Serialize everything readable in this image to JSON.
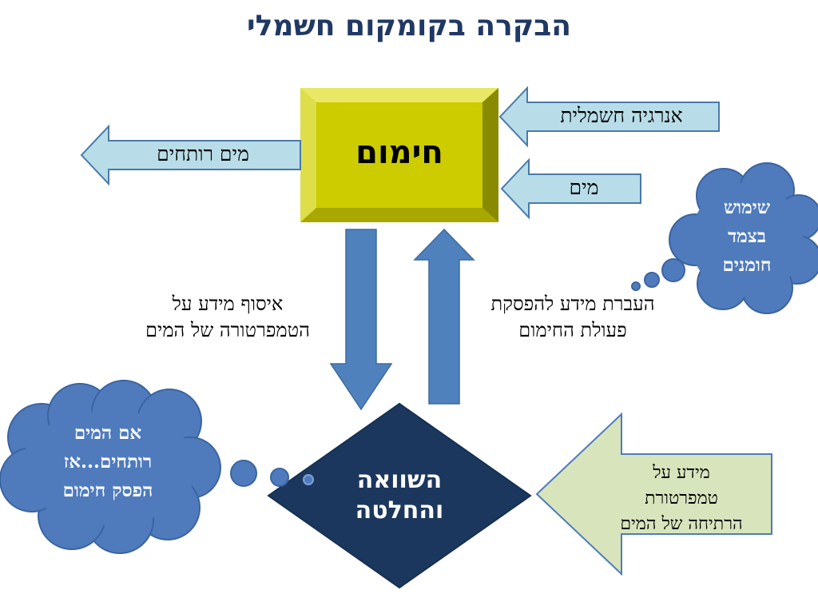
{
  "title": "הבקרה בקומקום חשמלי",
  "heating": {
    "label": "חימום"
  },
  "inputs": {
    "electric_energy": "אנרגיה חשמלית",
    "water": "מים"
  },
  "output": {
    "hot_water": "מים רותחים"
  },
  "flows": {
    "collect_info": [
      "איסוף מידע על",
      "הטמפרטורה של המים"
    ],
    "transfer_info": [
      "העברת מידע להפסקת",
      "פעולת החימום"
    ]
  },
  "decision": {
    "lines": [
      "השוואה",
      "והחלטה"
    ]
  },
  "cloud_left": {
    "lines": [
      "אם המים",
      "רותחים...אז",
      "הפסק  חימום"
    ]
  },
  "cloud_right": {
    "lines": [
      "שימוש",
      "בצמד",
      "חומנים"
    ]
  },
  "boiling_info": {
    "lines": [
      "מידע על",
      "טמפרטורת",
      "הרתיחה של המים"
    ]
  },
  "colors": {
    "title": "#1f3864",
    "heat_box": "#cccc00",
    "light_arrow": "#b8dde8",
    "blue_arrow": "#4f81bd",
    "diamond": "#1c375e",
    "cloud": "#4f7bbd",
    "green_arrow": "#d8e4bc"
  }
}
